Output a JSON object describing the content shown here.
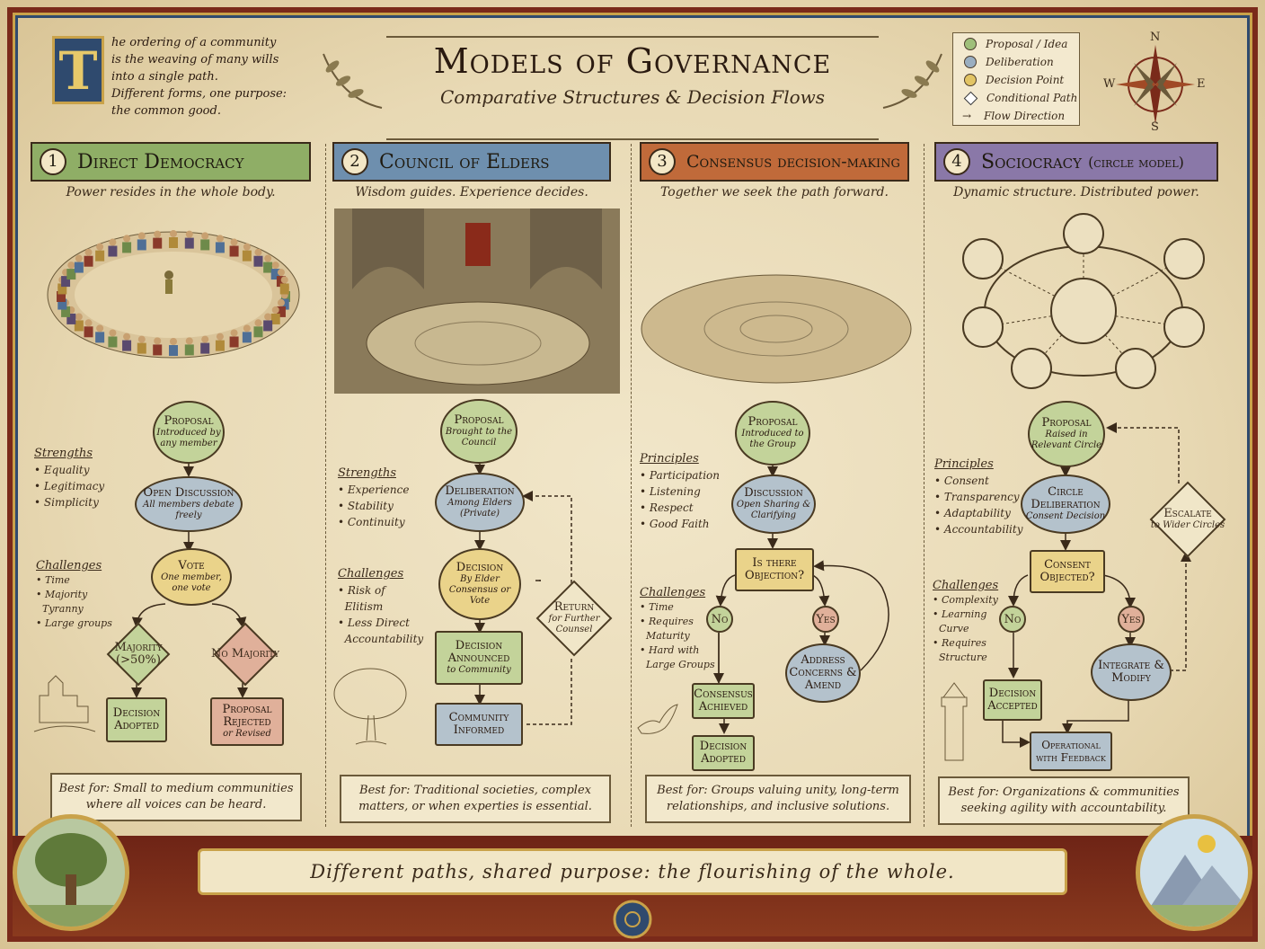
{
  "header": {
    "title": "Models of Governance",
    "subtitle": "Comparative Structures & Decision Flows",
    "dropcap": "T",
    "intro": [
      "he ordering of a community",
      "is the weaving of many wills",
      "into a single path.",
      "Different forms, one purpose:",
      "the common good."
    ]
  },
  "legend": {
    "items": [
      {
        "label": "Proposal / Idea",
        "color": "#9fbf7a"
      },
      {
        "label": "Deliberation",
        "color": "#9aaec0"
      },
      {
        "label": "Decision Point",
        "color": "#e2c464"
      },
      {
        "label": "Conditional Path"
      },
      {
        "label": "Flow Direction"
      }
    ]
  },
  "compass": {
    "n": "N",
    "s": "S",
    "e": "E",
    "w": "W"
  },
  "columns": {
    "c1": {
      "num": "1",
      "title": "Direct Democracy",
      "color": "#7c9a52",
      "tagline": "Power resides in the whole body.",
      "side1_title": "Strengths",
      "side1": [
        "Equality",
        "Legitimacy",
        "Simplicity"
      ],
      "side2_title": "Challenges",
      "side2": [
        "Time",
        "Majority",
        "Tyranny",
        "Large groups"
      ],
      "n1_t": "Proposal",
      "n1_s": "Introduced by any member",
      "n2_t": "Open Discussion",
      "n2_s": "All members debate freely",
      "n3_t": "Vote",
      "n3_s": "One member, one vote",
      "n4_t": "Majority",
      "n4_s": "(>50%)",
      "n5_t": "No Majority",
      "n6_t": "Decision Adopted",
      "n7_t": "Proposal Rejected",
      "n7_s": "or Revised",
      "best1": "Best for: Small to medium communities",
      "best2": "where all voices can be heard."
    },
    "c2": {
      "num": "2",
      "title": "Council of Elders",
      "color": "#4f7396",
      "tagline": "Wisdom guides. Experience decides.",
      "side1_title": "Strengths",
      "side1": [
        "Experience",
        "Stability",
        "Continuity"
      ],
      "side2_title": "Challenges",
      "side2": [
        "Risk of",
        "Elitism",
        "Less Direct",
        "Accountability"
      ],
      "n1_t": "Proposal",
      "n1_s": "Brought to the Council",
      "n2_t": "Deliberation",
      "n2_s": "Among Elders (Private)",
      "n3_t": "Decision",
      "n3_s": "By Elder Consensus or Vote",
      "n4_t": "Decision Announced",
      "n4_s": "to Community",
      "n5_t": "Community Informed",
      "n6_t": "Return",
      "n6_s": "for Further Counsel",
      "best1": "Best for: Traditional societies, complex",
      "best2": "matters, or when experties is essential."
    },
    "c3": {
      "num": "3",
      "title": "Consensus decision-making",
      "color": "#a04a26",
      "tagline": "Together we seek the path forward.",
      "side1_title": "Principles",
      "side1": [
        "Participation",
        "Listening",
        "Respect",
        "Good Faith"
      ],
      "side2_title": "Challenges",
      "side2": [
        "Time",
        "Requires",
        "Maturity",
        "Hard with",
        "Large Groups"
      ],
      "n1_t": "Proposal",
      "n1_s": "Introduced to the Group",
      "n2_t": "Discussion",
      "n2_s": "Open Sharing & Clarifying",
      "n3_t": "Is there Objection?",
      "no": "No",
      "yes": "Yes",
      "n4_t": "Address Concerns & Amend",
      "n5_t": "Consensus Achieved",
      "n6_t": "Decision Adopted",
      "best1": "Best for: Groups valuing unity, long-term",
      "best2": "relationships, and inclusive solutions."
    },
    "c4": {
      "num": "4",
      "title": "Sociocracy",
      "title_small": "(circle model)",
      "color": "#6e5a8e",
      "tagline": "Dynamic structure. Distributed power.",
      "side1_title": "Principles",
      "side1": [
        "Consent",
        "Transparency",
        "Adaptability",
        "Accountability"
      ],
      "side2_title": "Challenges",
      "side2": [
        "Complexity",
        "Learning",
        "Curve",
        "Requires",
        "Structure"
      ],
      "n1_t": "Proposal",
      "n1_s": "Raised in Relevant Circle",
      "n2_t": "Circle Deliberation",
      "n2_s": "Consent Decision",
      "n3_t": "Consent Objected?",
      "no": "No",
      "yes": "Yes",
      "n4_t": "Integrate & Modify",
      "n5_t": "Escalate",
      "n5_s": "to Wider Circles",
      "n6_t": "Decision Accepted",
      "n7_t": "Operational with Feedback",
      "best1": "Best for: Organizations & communities",
      "best2": "seeking agility with accountability."
    }
  },
  "footer": {
    "motto": "Different paths, shared purpose: the flourishing of the whole."
  }
}
